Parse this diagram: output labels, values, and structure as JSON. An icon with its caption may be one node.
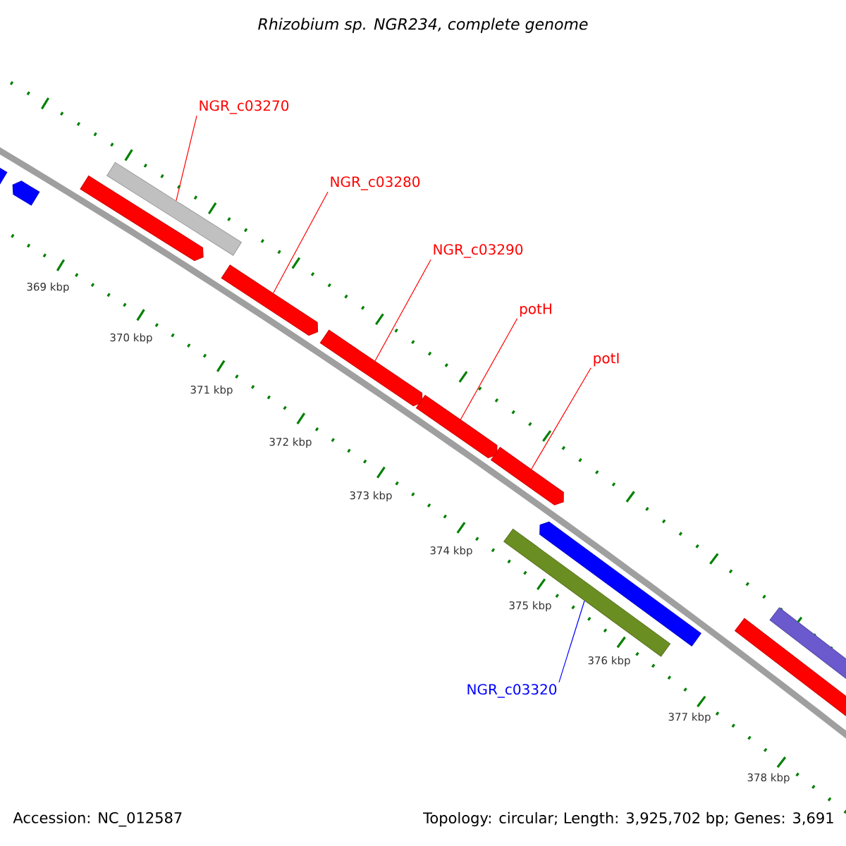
{
  "diagram": {
    "title": "Rhizobium sp. NGR234, complete genome",
    "nodes": [
      {
        "text": [],
        "shape": "bar"
      },
      {
        "text": [],
        "shape": "bar"
      },
      {
        "text": [
          "NGR_c03270"
        ]
      },
      {
        "text": [],
        "shape": "bar"
      },
      {
        "text": [],
        "shape": "bar"
      },
      {
        "text": [
          "NGR_c03280"
        ]
      },
      {
        "text": [],
        "shape": "bar"
      },
      {
        "text": [
          "NGR_c03290"
        ]
      },
      {
        "text": [],
        "shape": "bar"
      },
      {
        "text": [
          "potH"
        ]
      },
      {
        "text": [],
        "shape": "bar"
      },
      {
        "text": [
          "potI"
        ]
      },
      {
        "text": [],
        "shape": "bar"
      },
      {
        "text": [],
        "shape": "bar"
      },
      {
        "text": [],
        "shape": "bar"
      },
      {
        "text": [
          "NGR_c03320"
        ]
      },
      {
        "text": [],
        "shape": "bar"
      },
      {
        "text": [],
        "shape": "bar"
      }
    ],
    "edges": [
      {
        "from": 2,
        "to": 3,
        "arrow": "none"
      },
      {
        "from": 5,
        "to": 6,
        "arrow": "none"
      },
      {
        "from": 7,
        "to": 8,
        "arrow": "none"
      },
      {
        "from": 9,
        "to": 10,
        "arrow": "none"
      },
      {
        "from": 11,
        "to": 12,
        "arrow": "none"
      },
      {
        "from": 15,
        "to": 14,
        "arrow": "none",
        "color": "#0000ff"
      }
    ],
    "labels": [
      "369 kbp",
      "370 kbp",
      "371 kbp",
      "372 kbp",
      "373 kbp",
      "374 kbp",
      "375 kbp",
      "376 kbp",
      "377 kbp",
      "378 kbp",
      "Accession: NC_012587",
      "Topology: circular; Length: 3,925,702 bp; Genes: 3,691"
    ]
  }
}
